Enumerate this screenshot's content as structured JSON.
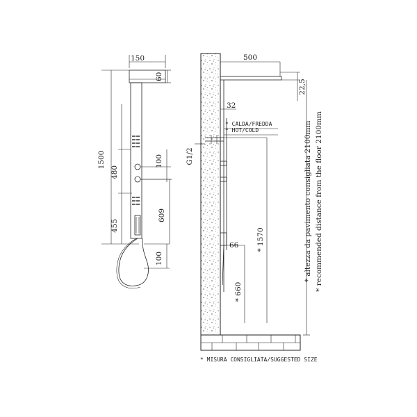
{
  "colors": {
    "line": "#222222",
    "background": "#ffffff"
  },
  "front_view": {
    "top_width": "150",
    "top_height": "60",
    "total_height": "1500",
    "upper_section": "480",
    "valve_spacing": "100",
    "lower_section": "455",
    "mid_height": "609",
    "bottom_offset": "100"
  },
  "side_view": {
    "arm_length": "500",
    "head_drop": "22,5",
    "wall_depth": "32",
    "inlet_label_it": "* CALDA/FREDDA",
    "inlet_label_en": "* HOT/COLD",
    "pipe_thread": "G1/2",
    "outlet_height": "* 1570",
    "handset_offset": "66",
    "handset_height": "* 660",
    "note_it": "* altezza da pavimento consigliata 2100mm",
    "note_en": "* recommended distance from the floor 2100mm"
  },
  "footnote": "* MISURA CONSIGLIATA/SUGGESTED SIZE"
}
